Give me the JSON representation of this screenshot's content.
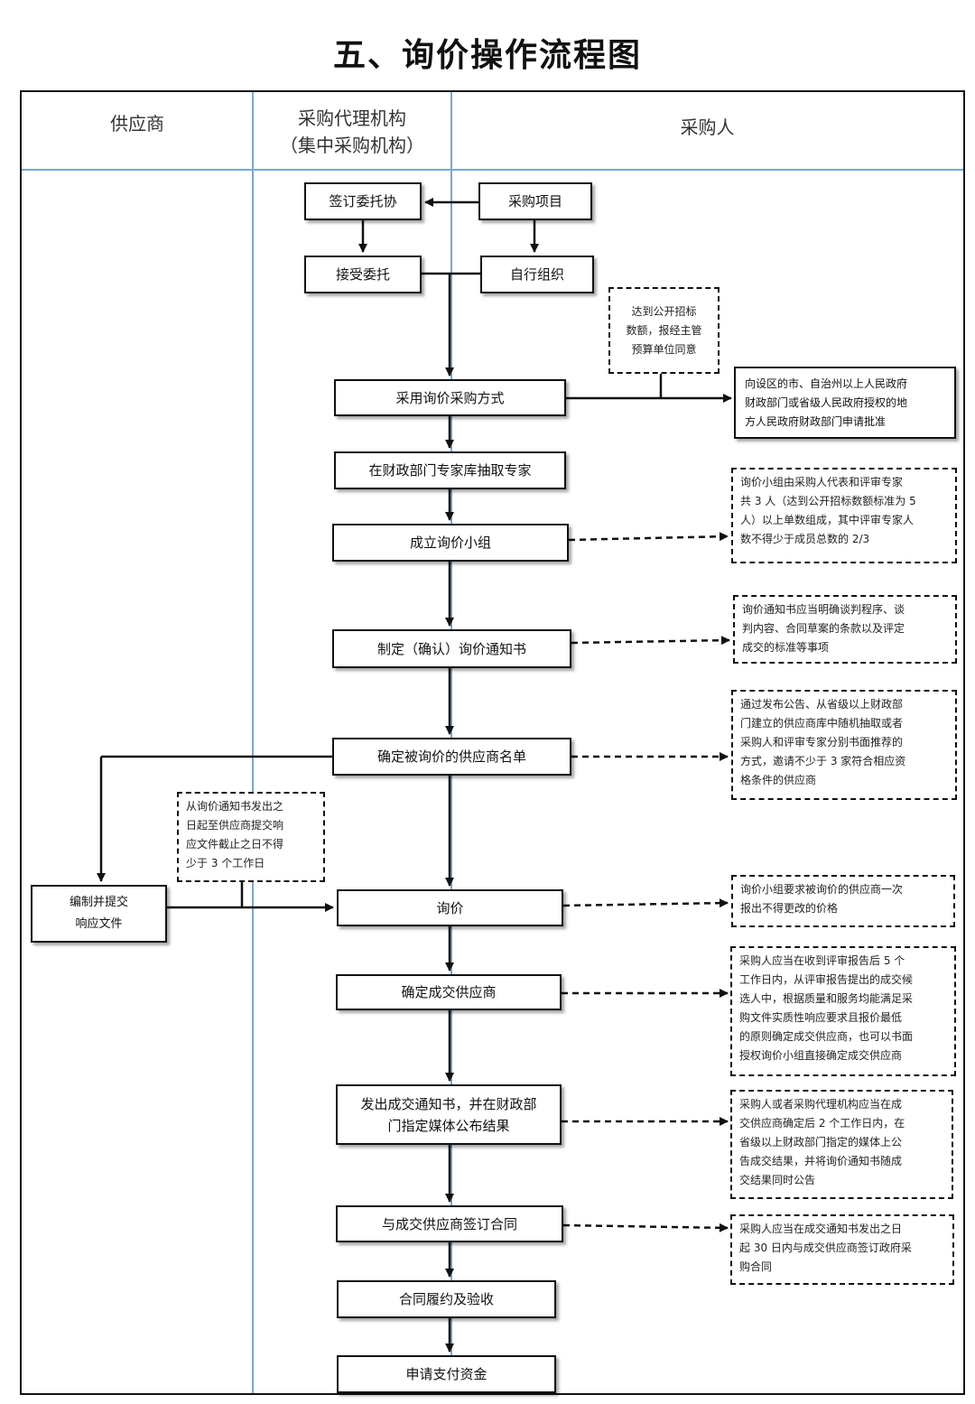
{
  "title": "五、询价操作流程图",
  "lanes": {
    "supplier": "供应商",
    "agency_line1": "采购代理机构",
    "agency_line2": "（集中采购机构）",
    "purchaser": "采购人"
  },
  "boxes": {
    "sign_entrust": "签订委托协",
    "purchase_project": "采购项目",
    "accept_entrust": "接受委托",
    "self_organize": "自行组织",
    "adopt_inquiry": "采用询价采购方式",
    "draw_experts": "在财政部门专家库抽取专家",
    "form_group": "成立询价小组",
    "make_notice": "制定（确认）询价通知书",
    "confirm_suppliers": "确定被询价的供应商名单",
    "prepare_response": [
      "编制并提交",
      "响应文件"
    ],
    "inquiry": "询价",
    "confirm_winner": "确定成交供应商",
    "issue_notice": [
      "发出成交通知书，并在财政部",
      "门指定媒体公布结果"
    ],
    "sign_contract": "与成交供应商签订合同",
    "perform_contract": "合同履约及验收",
    "apply_payment": "申请支付资金"
  },
  "notes": {
    "threshold": [
      "达到公开招标",
      "数额，报经主管",
      "预算单位同意"
    ],
    "approval": [
      "向设区的市、自治州以上人民政府",
      "财政部门或省级人民政府授权的地",
      "方人民政府财政部门申请批准"
    ],
    "group_composition": [
      "询价小组由采购人代表和评审专家",
      "共 3 人（达到公开招标数额标准为 5",
      "人）以上单数组成，其中评审专家人",
      "数不得少于成员总数的 2/3"
    ],
    "notice_content": [
      "询价通知书应当明确谈判程序、谈",
      "判内容、合同草案的条款以及评定",
      "成交的标准等事项"
    ],
    "supplier_selection": [
      "通过发布公告、从省级以上财政部",
      "门建立的供应商库中随机抽取或者",
      "采购人和评审专家分别书面推荐的",
      "方式，邀请不少于 3 家符合相应资",
      "格条件的供应商"
    ],
    "response_period": [
      "从询价通知书发出之",
      "日起至供应商提交响",
      "应文件截止之日不得",
      "少于 3 个工作日"
    ],
    "price_once": [
      "询价小组要求被询价的供应商一次",
      "报出不得更改的价格"
    ],
    "determine_winner": [
      "采购人应当在收到评审报告后 5 个",
      "工作日内，从评审报告提出的成交候",
      "选人中，根据质量和服务均能满足采",
      "购文件实质性响应要求且报价最低",
      "的原则确定成交供应商，也可以书面",
      "授权询价小组直接确定成交供应商"
    ],
    "publish_result": [
      "采购人或者采购代理机构应当在成",
      "交供应商确定后 2 个工作日内，在",
      "省级以上财政部门指定的媒体上公",
      "告成交结果，并将询价通知书随成",
      "交结果同时公告"
    ],
    "contract_deadline": [
      "采购人应当在成交通知书发出之日",
      "起 30 日内与成交供应商签订政府采",
      "购合同"
    ]
  },
  "colors": {
    "lane_divider": "#7aa7cf",
    "line": "#111111"
  }
}
